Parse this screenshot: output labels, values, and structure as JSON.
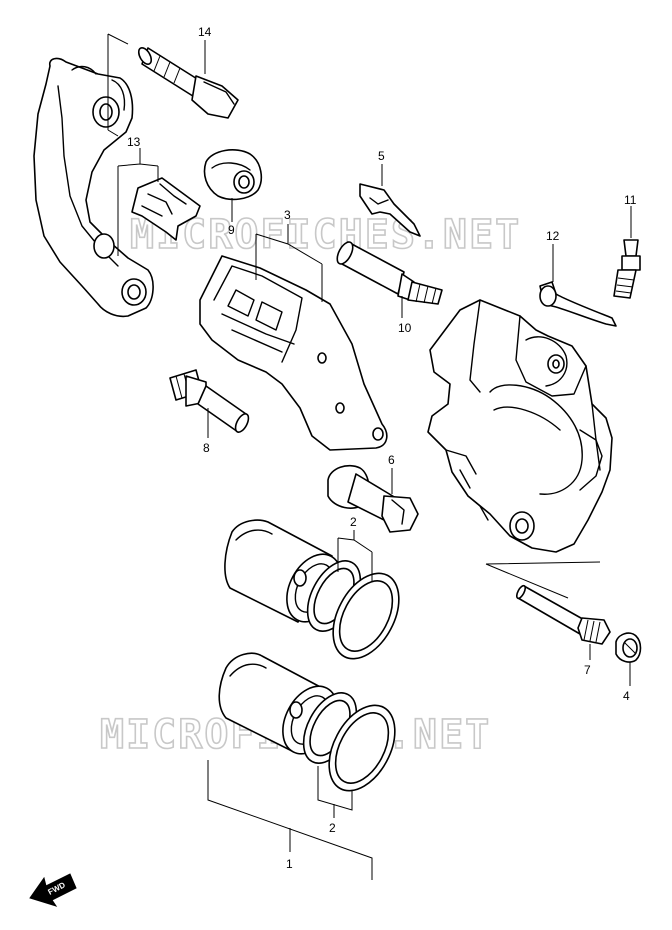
{
  "watermark": "MICROFICHES.NET",
  "fwd_label": "FWD",
  "callouts": [
    "1",
    "2",
    "2",
    "3",
    "4",
    "5",
    "6",
    "7",
    "8",
    "9",
    "10",
    "11",
    "12",
    "13",
    "14"
  ]
}
